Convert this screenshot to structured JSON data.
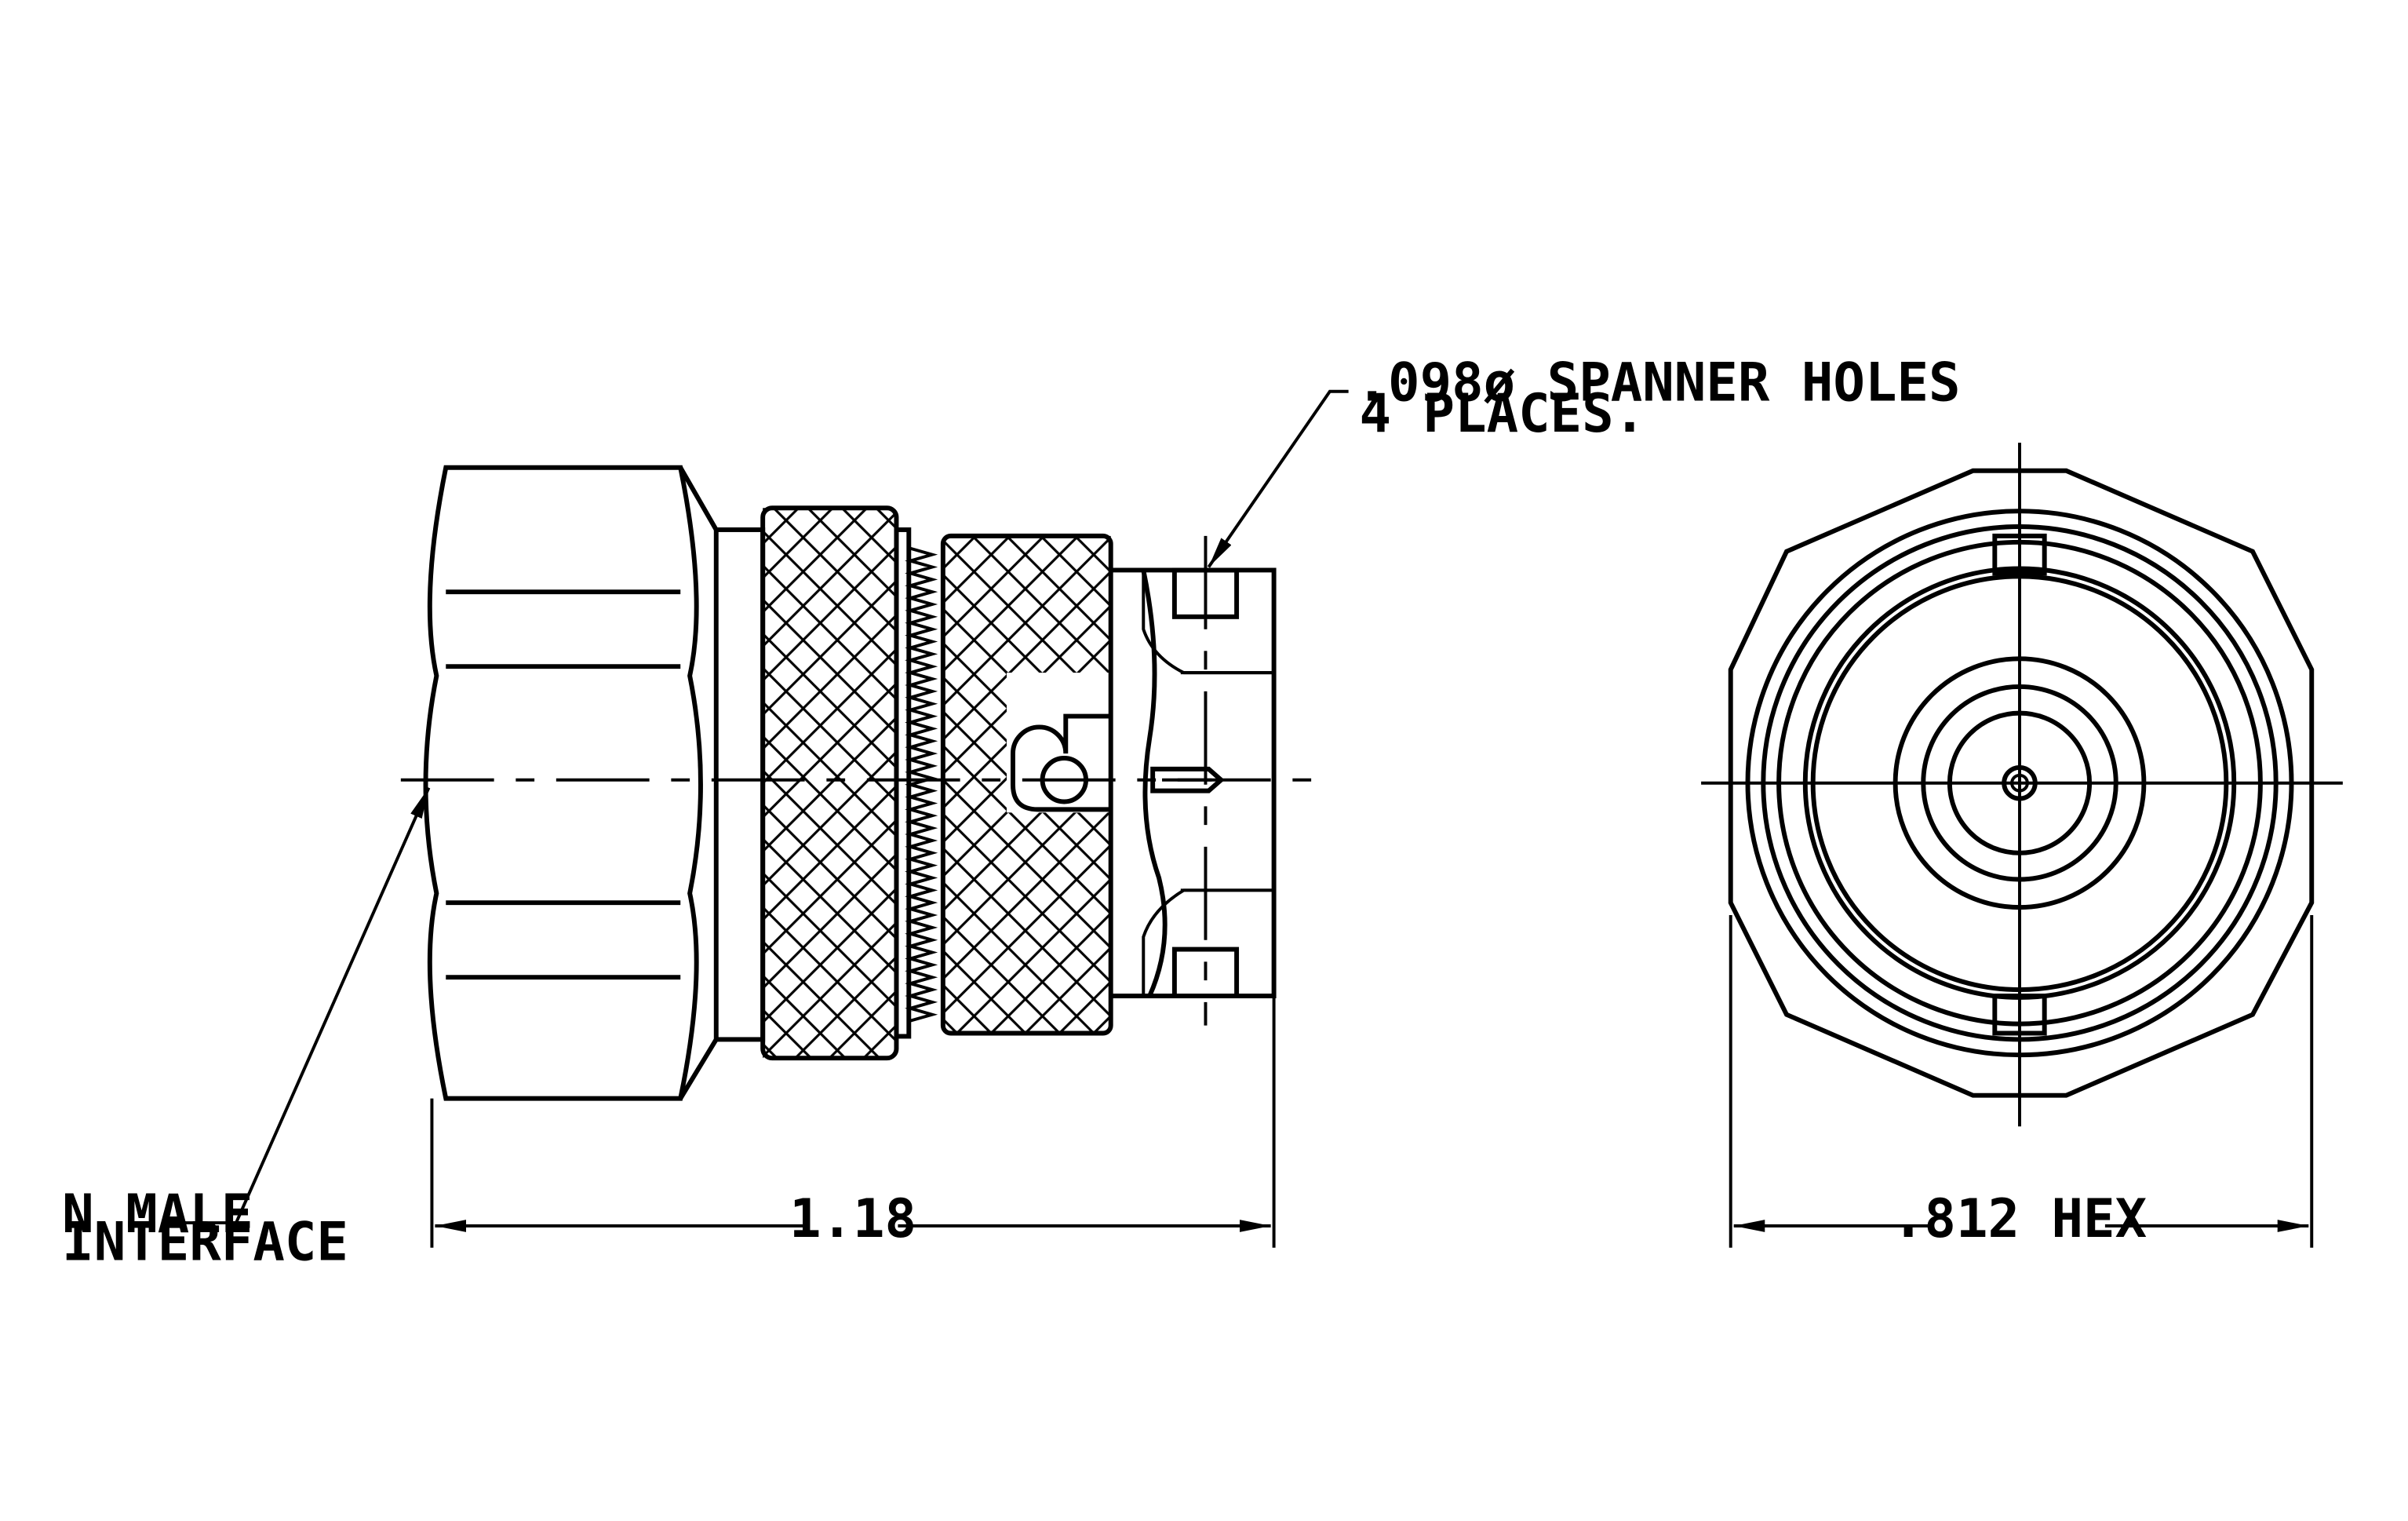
{
  "callouts": {
    "spanner_line1": ".098ø SPANNER HOLES",
    "spanner_line2": "4 PLACES.",
    "interface_line1": "N MALE",
    "interface_line2": "INTERFACE"
  },
  "dimensions": {
    "length": "1.18",
    "hex": ".812 HEX"
  }
}
